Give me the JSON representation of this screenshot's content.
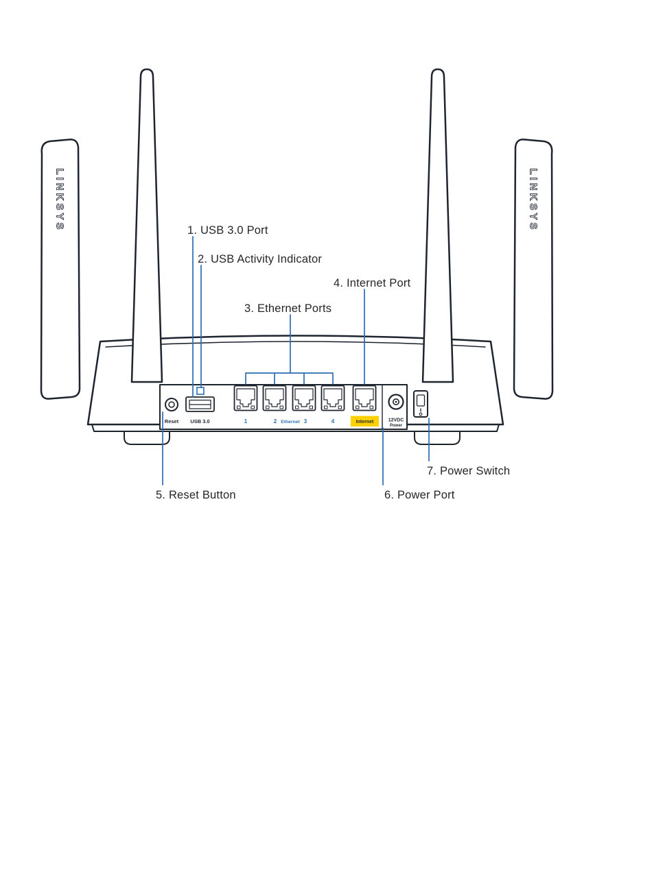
{
  "callouts": {
    "usb_port": "1. USB 3.0 Port",
    "usb_activity": "2. USB Activity Indicator",
    "ethernet_ports": "3. Ethernet Ports",
    "internet_port": "4. Internet Port",
    "reset_button": "5. Reset Button",
    "power_port": "6. Power Port",
    "power_switch": "7. Power Switch"
  },
  "panel_labels": {
    "reset": "Reset",
    "usb": "USB 3.0",
    "eth_1": "1",
    "eth_2": "2",
    "eth_word": "Ethernet",
    "eth_3": "3",
    "eth_4": "4",
    "internet": "Internet",
    "power_voltage": "12VDC",
    "power": "Power"
  },
  "branding": {
    "left_antenna": "LINKSYS",
    "right_antenna": "LINKSYS"
  },
  "colors": {
    "line": "#1d242e",
    "callout_blue": "#2a6db4",
    "ethernet_label_blue": "#2c71b8",
    "internet_yellow": "#ffd100"
  }
}
